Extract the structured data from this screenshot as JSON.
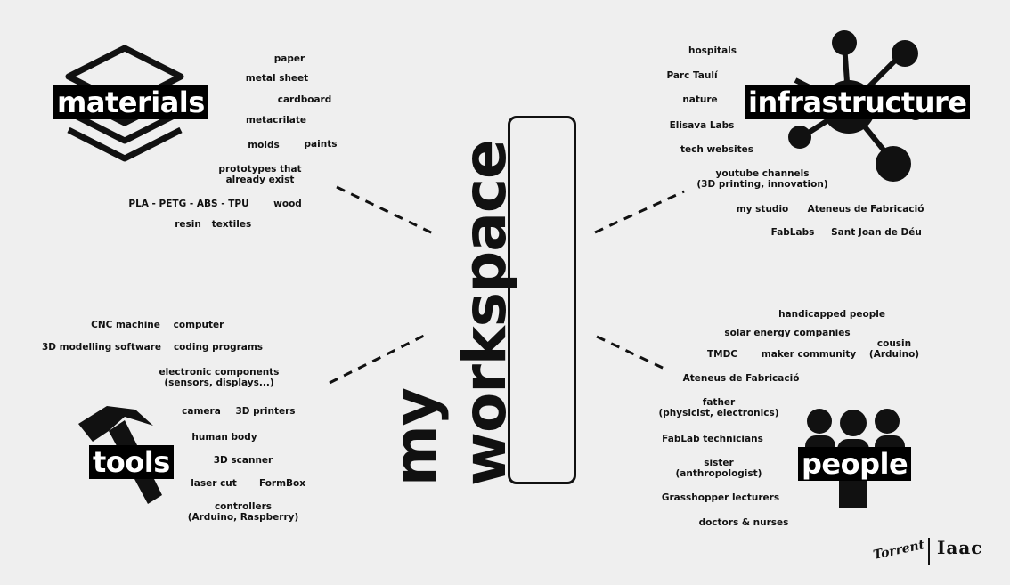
{
  "center": {
    "line1": "my",
    "line2": "workspace"
  },
  "categories": {
    "materials": "materials",
    "infrastructure": "infrastructure",
    "tools": "tools",
    "people": "people"
  },
  "materials": [
    "paper",
    "metal sheet",
    "cardboard",
    "metacrilate",
    "molds",
    "paints",
    "prototypes that\nalready exist",
    "PLA - PETG - ABS - TPU",
    "wood",
    "resin",
    "textiles"
  ],
  "infrastructure": [
    "hospitals",
    "Parc Taulí",
    "nature",
    "Elisava Labs",
    "tech websites",
    "youtube channels\n(3D printing, innovation)",
    "my studio",
    "Ateneus de Fabricació",
    "FabLabs",
    "Sant Joan de Déu"
  ],
  "tools": [
    "CNC machine",
    "computer",
    "3D modelling software",
    "coding programs",
    "electronic components\n(sensors, displays...)",
    "camera",
    "3D printers",
    "human body",
    "3D scanner",
    "laser cut",
    "FormBox",
    "controllers\n(Arduino, Raspberry)"
  ],
  "people": [
    "handicapped people",
    "solar energy companies",
    "cousin\n(Arduino)",
    "TMDC",
    "maker community",
    "Ateneus de Fabricació",
    "father\n(physicist, electronics)",
    "FabLab technicians",
    "sister\n(anthropologist)",
    "Grasshopper lecturers",
    "doctors & nurses"
  ],
  "logos": {
    "left": "Torrent",
    "right": "Iaac"
  }
}
